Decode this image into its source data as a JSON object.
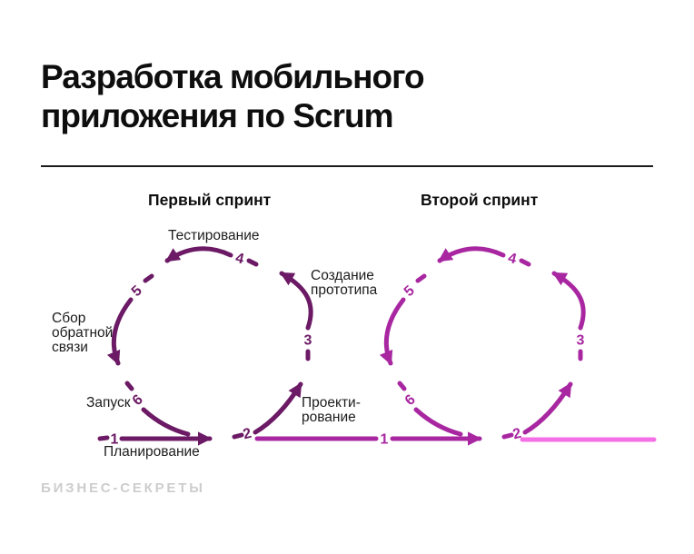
{
  "title": {
    "line1": "Разработка мобильного",
    "line2": "приложения по Scrum"
  },
  "diagram": {
    "sprint1": {
      "title": "Первый спринт"
    },
    "sprint2": {
      "title": "Второй спринт"
    },
    "steps": [
      {
        "num": "1",
        "lines": [
          "Планирование"
        ]
      },
      {
        "num": "2",
        "lines": [
          "Проекти-",
          "рование"
        ]
      },
      {
        "num": "3",
        "lines": [
          "Создание",
          "прототипа"
        ]
      },
      {
        "num": "4",
        "lines": [
          "Тестирование"
        ]
      },
      {
        "num": "5",
        "lines": [
          "Сбор",
          "обратной",
          "связи"
        ]
      },
      {
        "num": "6",
        "lines": [
          "Запуск"
        ]
      }
    ],
    "colors": {
      "sprint1": "#6C1A65",
      "sprint2": "#A827A1",
      "next_sprint_hint": "#F56FE6"
    }
  },
  "footer": {
    "brand": "БИЗНЕС-СЕКРЕТЫ"
  }
}
